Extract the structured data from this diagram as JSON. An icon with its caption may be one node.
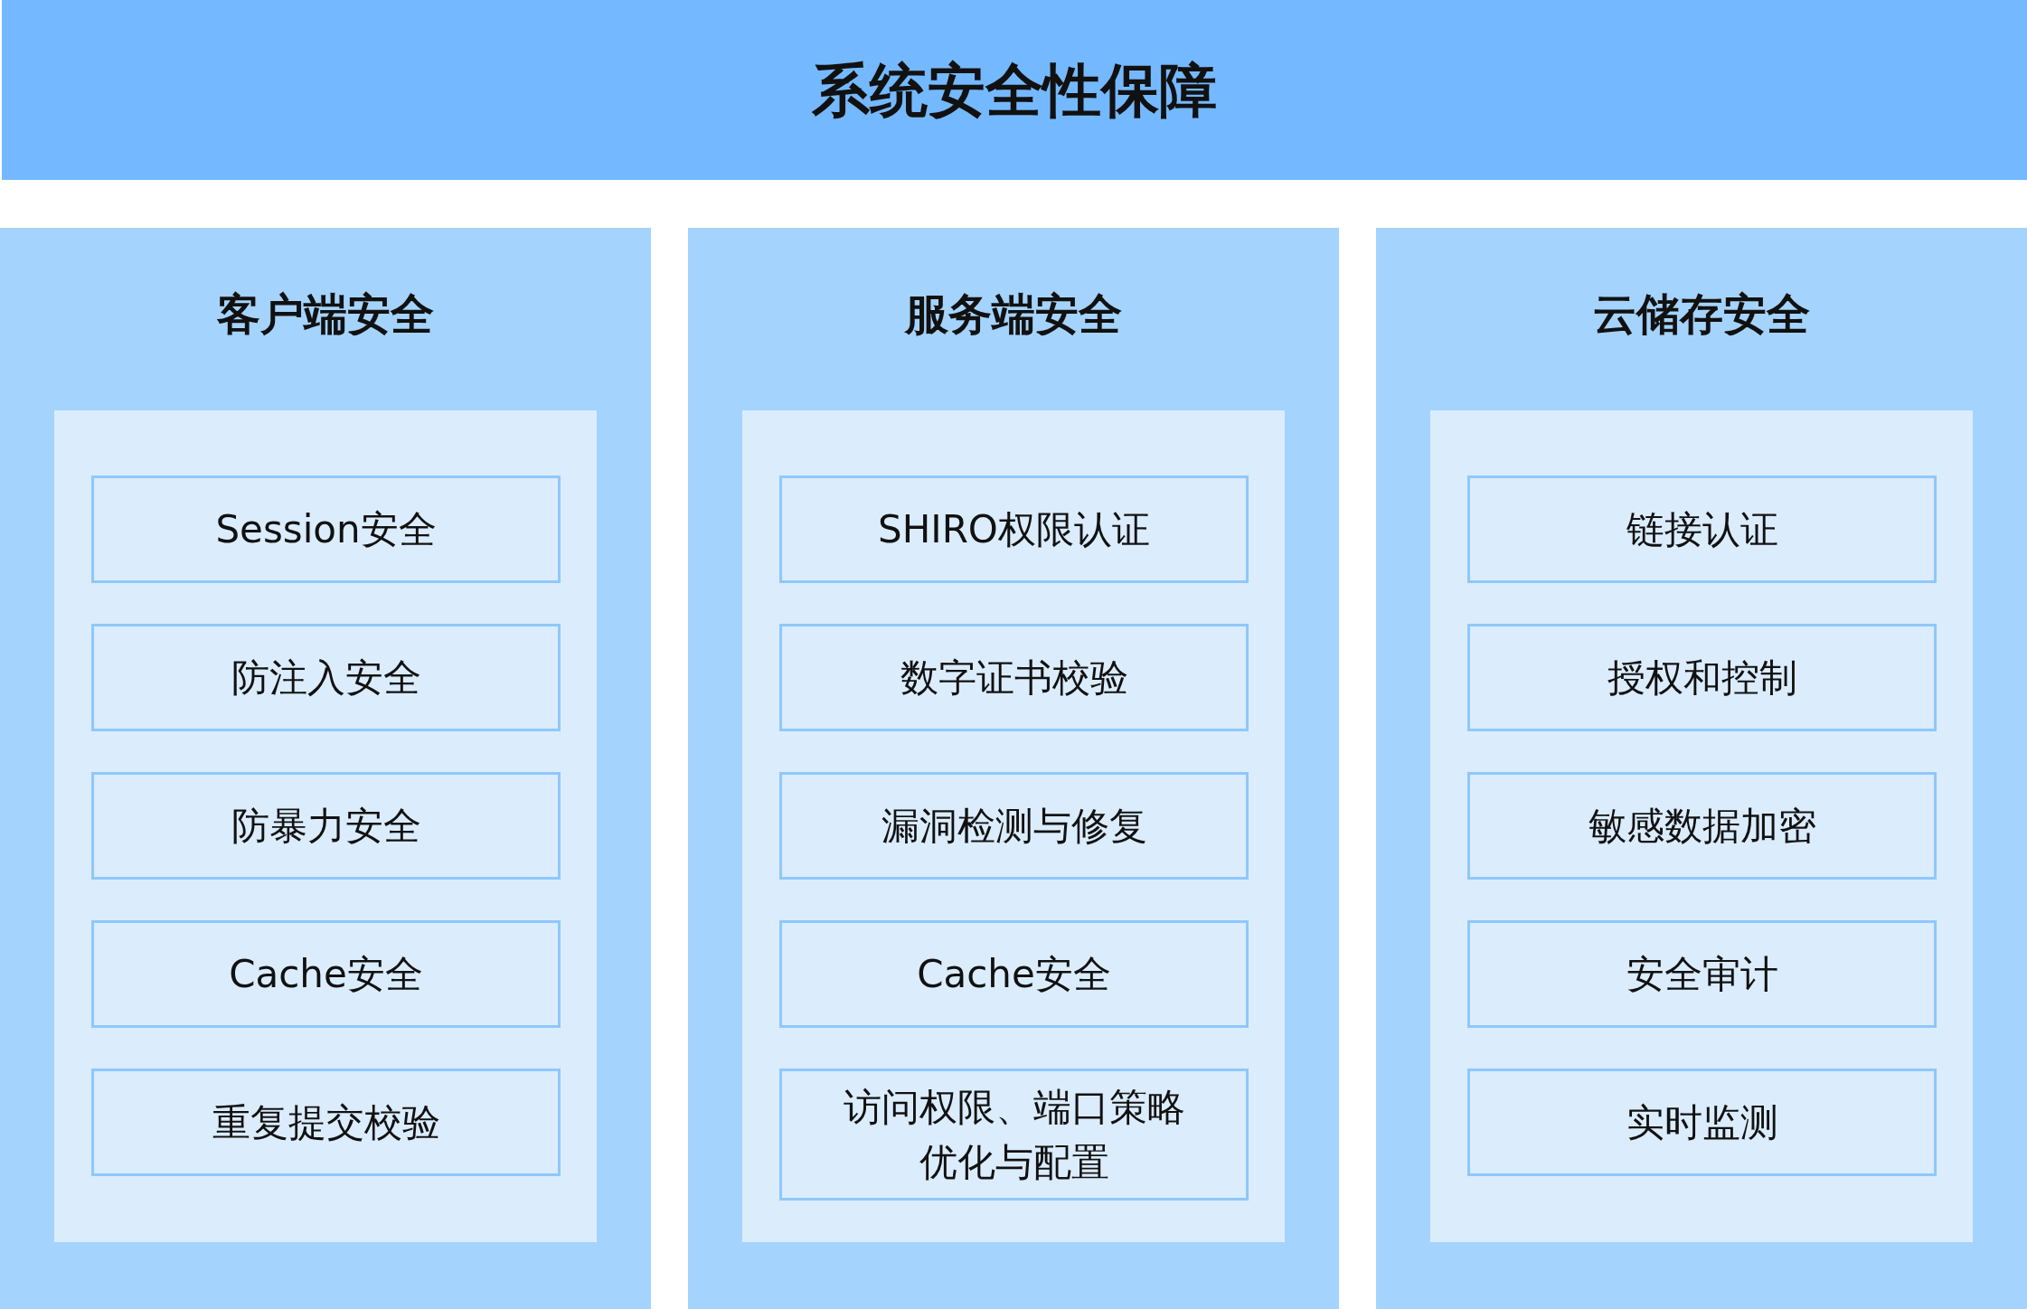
{
  "diagram": {
    "nodes": [
      {
        "text": [
          "系统安全性保障"
        ]
      },
      {
        "text": [
          "客户端安全"
        ]
      },
      {
        "text": [],
        "shape": "box",
        "in": 1
      },
      {
        "text": [
          "Session安全"
        ],
        "in": 2
      },
      {
        "text": [
          "防注入安全"
        ],
        "in": 2
      },
      {
        "text": [
          "防暴力安全"
        ],
        "in": 2
      },
      {
        "text": [
          "Cache安全"
        ],
        "in": 2
      },
      {
        "text": [
          "重复提交校验"
        ],
        "in": 2
      },
      {
        "text": [
          "服务端安全"
        ]
      },
      {
        "text": [],
        "shape": "box",
        "in": 8
      },
      {
        "text": [
          "SHIRO权限认证"
        ],
        "in": 9
      },
      {
        "text": [
          "数字证书校验"
        ],
        "in": 9
      },
      {
        "text": [
          "漏洞检测与修复"
        ],
        "in": 9
      },
      {
        "text": [
          "Cache安全"
        ],
        "in": 9
      },
      {
        "text": [
          "访问权限、端口策略优化与配置"
        ],
        "in": 9
      },
      {
        "text": [
          "云储存安全"
        ]
      },
      {
        "text": [],
        "shape": "box",
        "in": 15
      },
      {
        "text": [
          "链接认证"
        ],
        "in": 16
      },
      {
        "text": [
          "授权和控制"
        ],
        "in": 16
      },
      {
        "text": [
          "敏感数据加密"
        ],
        "in": 16
      },
      {
        "text": [
          "安全审计"
        ],
        "in": 16
      },
      {
        "text": [
          "实时监测"
        ],
        "in": 16
      }
    ]
  }
}
